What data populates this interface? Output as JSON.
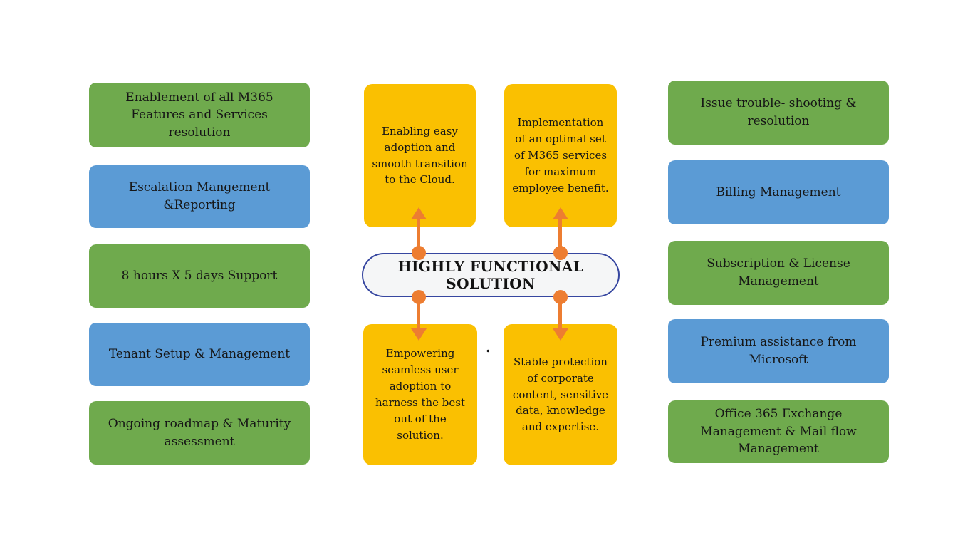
{
  "colors": {
    "green": "#6FAA4D",
    "blue": "#5B9BD5",
    "yellow": "#FAC001",
    "orange": "#ED7D31",
    "pill_border": "#3646A0",
    "pill_fill": "#F5F6F7",
    "text": "#161616",
    "background": "#FFFFFF"
  },
  "center": {
    "pill_label": "HIGHLY FUNCTIONAL SOLUTION",
    "stray_mark": ".",
    "top_boxes": [
      {
        "label": "Enabling easy adoption and smooth transition to the Cloud."
      },
      {
        "label": "Implementation of an optimal set of M365 services for maximum employee benefit."
      }
    ],
    "bottom_boxes": [
      {
        "label": "Empowering seamless user adoption to harness the best out of the solution."
      },
      {
        "label": "Stable protection of corporate content, sensitive data, knowledge and expertise."
      }
    ]
  },
  "left_column": {
    "items": [
      {
        "label": "Enablement of all M365 Features and Services resolution",
        "color": "green"
      },
      {
        "label": "Escalation Mangement &Reporting",
        "color": "blue"
      },
      {
        "label": "8 hours X 5 days Support",
        "color": "green"
      },
      {
        "label": "Tenant Setup & Management",
        "color": "blue"
      },
      {
        "label": "Ongoing roadmap & Maturity assessment",
        "color": "green"
      }
    ]
  },
  "right_column": {
    "items": [
      {
        "label": "Issue trouble- shooting & resolution",
        "color": "green"
      },
      {
        "label": "Billing Management",
        "color": "blue"
      },
      {
        "label": "Subscription & License Management",
        "color": "green"
      },
      {
        "label": "Premium assistance from Microsoft",
        "color": "blue"
      },
      {
        "label": "Office 365 Exchange Management & Mail flow Management",
        "color": "green"
      }
    ]
  }
}
